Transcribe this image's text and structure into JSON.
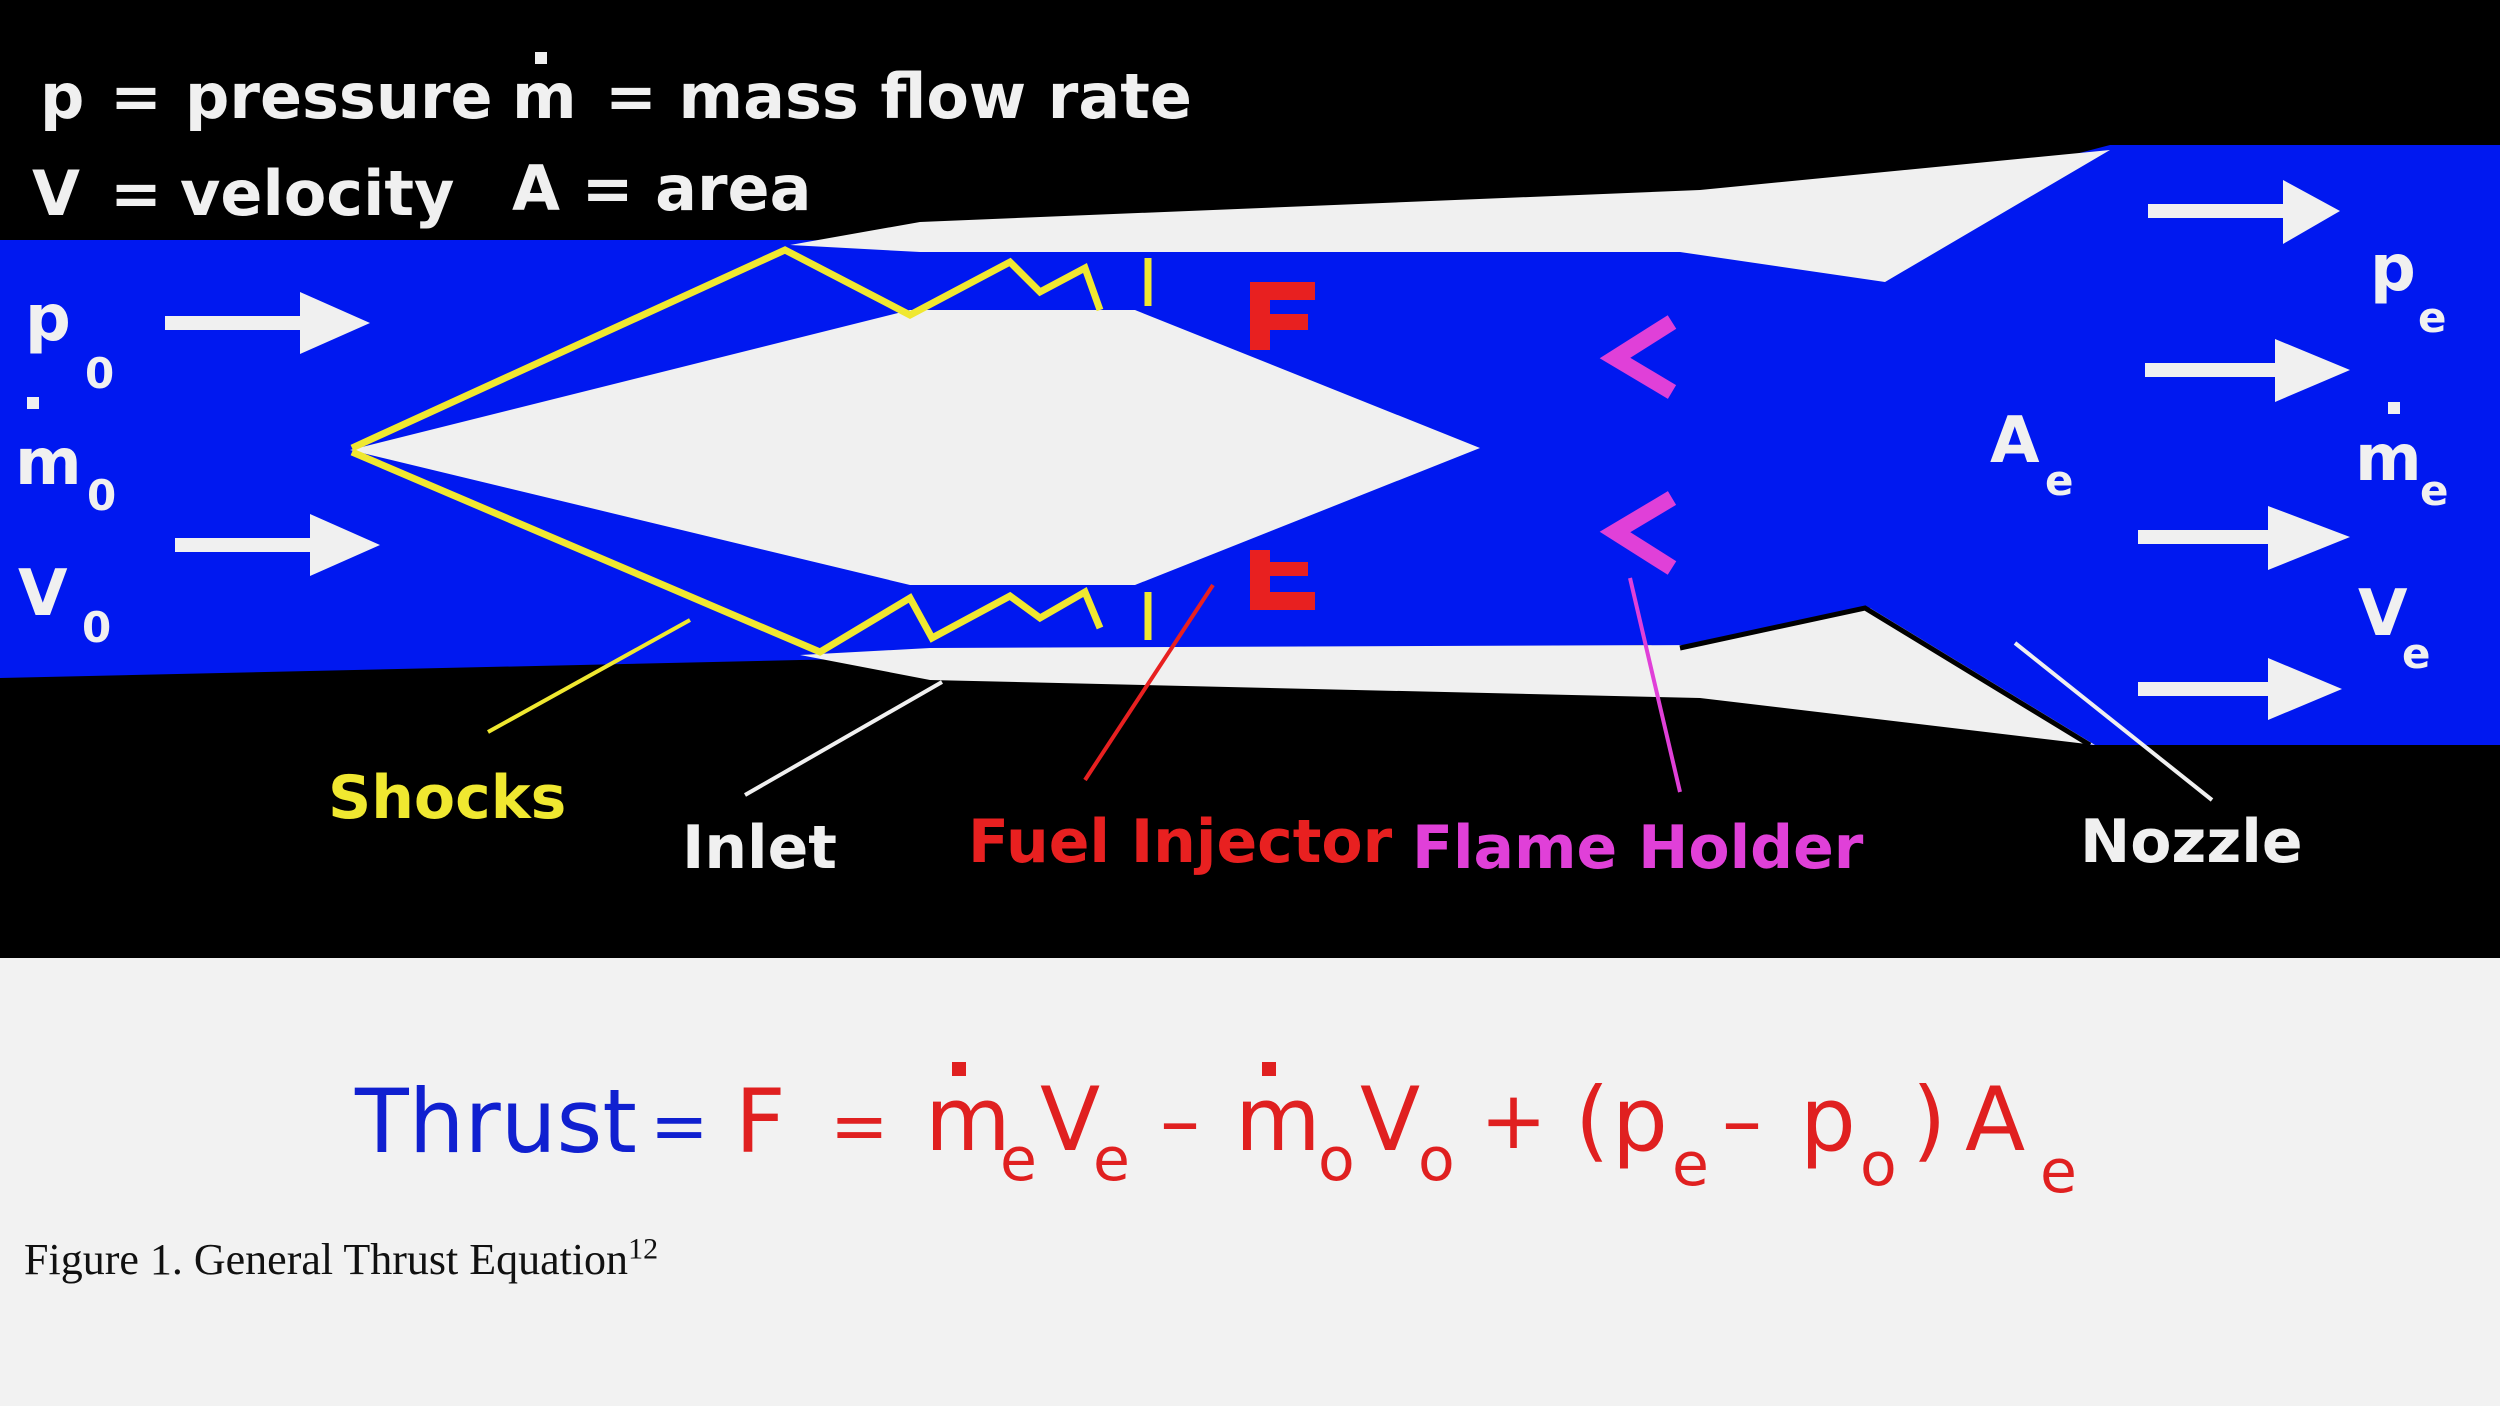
{
  "legend": {
    "p_symbol": "p",
    "p_eq": "=",
    "p_text": "pressure",
    "v_symbol": "V",
    "v_eq": "=",
    "v_text": "velocity",
    "m_symbol": "m",
    "m_text": "= mass flow rate",
    "a_text": "A = area"
  },
  "freestream": {
    "p": "p",
    "p_sub": "0",
    "m": "m",
    "m_sub": "0",
    "v": "V",
    "v_sub": "0"
  },
  "exit": {
    "p": "p",
    "p_sub": "e",
    "m": "m",
    "m_sub": "e",
    "v": "V",
    "v_sub": "e",
    "a": "A",
    "a_sub": "e"
  },
  "component_labels": {
    "shocks": "Shocks",
    "inlet": "Inlet",
    "fuel_injector": "Fuel Injector",
    "flame_holder": "Flame Holder",
    "nozzle": "Nozzle"
  },
  "equation": {
    "thrust": "Thrust",
    "eq1": "=",
    "f": "F",
    "eq2": "=",
    "m1": "m",
    "m1_sub": "e",
    "v1": "V",
    "v1_sub": "e",
    "minus1": "–",
    "m2": "m",
    "m2_sub": "o",
    "v2": "V",
    "v2_sub": "o",
    "plus": "+",
    "lparen": "(",
    "p1": "p",
    "p1_sub": "e",
    "minus2": "–",
    "p2": "p",
    "p2_sub": "o",
    "rparen": ")",
    "a": "A",
    "a_sub": "e"
  },
  "caption": {
    "text": "Figure 1. General Thrust Equation",
    "superscript": "12"
  },
  "colors": {
    "background": "#000000",
    "flow": "#0018f0",
    "structure": "#f0f0f0",
    "shocks": "#f0e830",
    "fuel_injector": "#e82020",
    "flame_holder": "#e040d8",
    "thrust_word": "#1020d0",
    "equation": "#e02020"
  }
}
